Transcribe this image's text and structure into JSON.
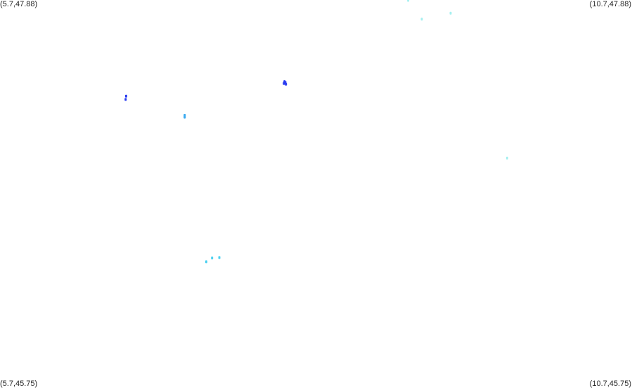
{
  "corners": {
    "top_left": "(5.7,47.88)",
    "top_right": "(10.7,47.88)",
    "bottom_left": "(5.7,45.75)",
    "bottom_right": "(10.7,45.75)"
  },
  "extent": {
    "lon_min": 5.7,
    "lon_max": 10.7,
    "lat_min": 45.75,
    "lat_max": 47.88
  },
  "colors": {
    "background": "#ffffff",
    "label": "#222222"
  },
  "points": [
    {
      "lon": 7.951,
      "lat": 47.432,
      "color": "#2a3cf0"
    },
    {
      "lon": 7.958,
      "lat": 47.427,
      "color": "#2a3cf0"
    },
    {
      "lon": 7.946,
      "lat": 47.422,
      "color": "#2a3cf0"
    },
    {
      "lon": 7.962,
      "lat": 47.418,
      "color": "#2a3cf0"
    },
    {
      "lon": 6.698,
      "lat": 47.352,
      "color": "#2a3cf0"
    },
    {
      "lon": 6.694,
      "lat": 47.334,
      "color": "#2a3cf0"
    },
    {
      "lon": 7.161,
      "lat": 47.247,
      "color": "#3aaaf0"
    },
    {
      "lon": 7.161,
      "lat": 47.237,
      "color": "#3aaaf0"
    },
    {
      "lon": 7.378,
      "lat": 46.464,
      "color": "#4ad0f0"
    },
    {
      "lon": 7.435,
      "lat": 46.466,
      "color": "#4ad0f0"
    },
    {
      "lon": 7.332,
      "lat": 46.443,
      "color": "#4ad0f0"
    },
    {
      "lon": 9.712,
      "lat": 47.012,
      "color": "#a8f0f0"
    },
    {
      "lon": 9.037,
      "lat": 47.775,
      "color": "#a8f0f0"
    },
    {
      "lon": 9.265,
      "lat": 47.808,
      "color": "#a8f0f0"
    },
    {
      "lon": 8.929,
      "lat": 47.878,
      "color": "#a8f0f0"
    }
  ]
}
